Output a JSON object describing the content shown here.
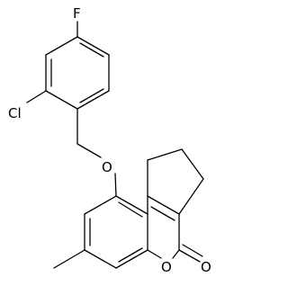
{
  "molecule": {
    "atoms": [
      {
        "id": "fluorine",
        "symbol": "F"
      },
      {
        "id": "chlorine",
        "symbol": "Cl"
      },
      {
        "id": "ether-oxygen",
        "symbol": "O"
      },
      {
        "id": "ring-oxygen",
        "symbol": "O"
      },
      {
        "id": "carbonyl-oxygen",
        "symbol": "O"
      }
    ]
  }
}
